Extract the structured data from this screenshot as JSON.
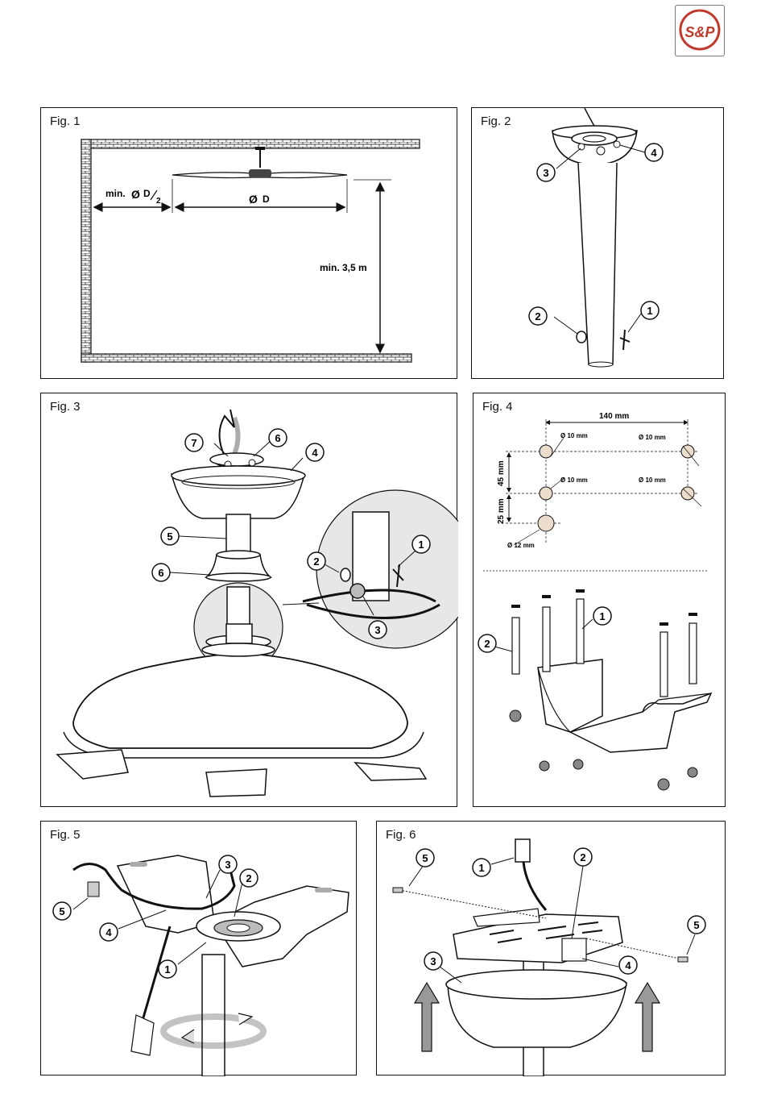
{
  "brand": {
    "logo_text": "S&P"
  },
  "figures": [
    {
      "label": "Fig. 1",
      "dims": {
        "half_diameter_prefix": "min.",
        "half_diameter_symbol": "Ø",
        "half_diameter_text": "D",
        "half_diameter_sub": "2",
        "diameter_symbol": "Ø",
        "diameter_text": "D",
        "height": "min. 3,5 m"
      }
    },
    {
      "label": "Fig. 2",
      "callouts": [
        "1",
        "2",
        "3",
        "4"
      ]
    },
    {
      "label": "Fig. 3",
      "callouts": [
        "1",
        "2",
        "3",
        "4",
        "5",
        "6",
        "6",
        "7"
      ]
    },
    {
      "label": "Fig. 4",
      "dims": {
        "width": "140 mm",
        "h1": "45 mm",
        "h2": "25 mm",
        "hole_a": "Ø 10 mm",
        "hole_b": "Ø 10 mm",
        "hole_c": "Ø 10 mm",
        "hole_d": "Ø 10 mm",
        "hole_e": "Ø 12 mm"
      },
      "callouts": [
        "1",
        "2"
      ]
    },
    {
      "label": "Fig. 5",
      "callouts": [
        "1",
        "2",
        "3",
        "4",
        "5"
      ]
    },
    {
      "label": "Fig. 6",
      "callouts": [
        "1",
        "2",
        "3",
        "4",
        "5",
        "5"
      ]
    }
  ]
}
